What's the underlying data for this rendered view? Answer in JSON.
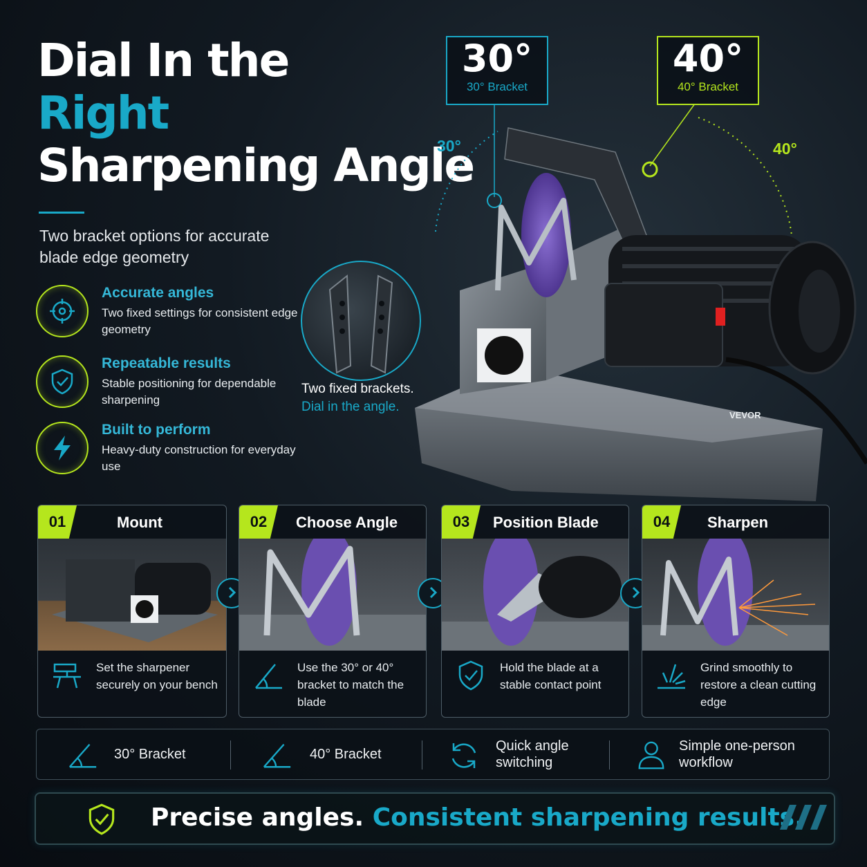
{
  "headline": {
    "line1": "Dial In the",
    "line2": "Right",
    "line3": "Sharpening Angle"
  },
  "subtitle": "Two bracket options for accurate blade edge geometry",
  "features": [
    {
      "title": "Accurate angles",
      "description": "Two fixed settings for consistent edge geometry",
      "icon": "crosshair-icon"
    },
    {
      "title": "Repeatable results",
      "description": "Stable positioning for dependable sharpening",
      "icon": "shield-check-icon"
    },
    {
      "title": "Built to perform",
      "description": "Heavy-duty construction for everyday use",
      "icon": "lightning-icon"
    }
  ],
  "callouts": [
    {
      "angle": "30°",
      "label": "30° Bracket",
      "arc_label": "30°"
    },
    {
      "angle": "40°",
      "label": "40° Bracket",
      "arc_label": "40°"
    }
  ],
  "inset": {
    "line1": "Two fixed brackets.",
    "line2": "Dial in the angle."
  },
  "brand": "VEVOR",
  "steps": [
    {
      "number": "01",
      "title": "Mount",
      "description": "Set the sharpener securely on your bench",
      "icon": "bench-icon"
    },
    {
      "number": "02",
      "title": "Choose Angle",
      "description": "Use the 30° or 40° bracket to match the blade",
      "icon": "angle-icon"
    },
    {
      "number": "03",
      "title": "Position Blade",
      "description": "Hold the blade at a stable contact point",
      "icon": "shield-check-icon"
    },
    {
      "number": "04",
      "title": "Sharpen",
      "description": "Grind smoothly to restore a clean cutting edge",
      "icon": "sparks-icon"
    }
  ],
  "strip": [
    {
      "label": "30° Bracket",
      "icon": "angle-icon"
    },
    {
      "label": "40° Bracket",
      "icon": "angle-icon"
    },
    {
      "label": "Quick angle switching",
      "icon": "refresh-icon"
    },
    {
      "label": "Simple one-person workflow",
      "icon": "person-icon"
    }
  ],
  "tagline": {
    "part1": "Precise angles.",
    "part2": "Consistent sharpening results."
  },
  "colors": {
    "teal": "#19a9c8",
    "lime": "#b5e61d",
    "blade": "#6a4fb0"
  }
}
